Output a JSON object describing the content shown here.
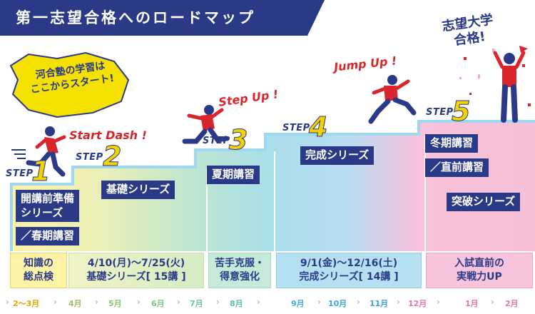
{
  "banner": {
    "title": "第一志望合格へのロードマップ"
  },
  "badge": {
    "line1": "河合塾の学習は",
    "line2": "ここからスタート!"
  },
  "goal": {
    "line1": "志望大学",
    "line2": "合格!"
  },
  "steps": [
    {
      "label": "STEP",
      "number": "1",
      "slogan": "Start Dash !",
      "courses": [
        "開講前準備\nシリーズ",
        "／春期講習"
      ]
    },
    {
      "label": "STEP",
      "number": "2",
      "courses": [
        "基礎シリーズ"
      ]
    },
    {
      "label": "STEP",
      "number": "3",
      "slogan": "Step Up !",
      "courses": [
        "夏期講習"
      ]
    },
    {
      "label": "STEP",
      "number": "4",
      "slogan": "Jump Up !",
      "courses": [
        "完成シリーズ"
      ]
    },
    {
      "label": "STEP",
      "number": "5",
      "courses": [
        "冬期講習",
        "／直前講習",
        "突破シリーズ"
      ]
    }
  ],
  "info_boxes": [
    {
      "line1": "知識の",
      "line2": "総点検"
    },
    {
      "line1": "4/10(月)～7/25(火)",
      "line2": "基礎シリーズ[ 15講 ]"
    },
    {
      "line1": "苦手克服・",
      "line2": "得意強化"
    },
    {
      "line1": "9/1(金)～12/16(土)",
      "line2": "完成シリーズ[ 14講 ]"
    },
    {
      "line1": "入試直前の",
      "line2": "実戦力UP"
    }
  ],
  "months": [
    "2～3月",
    "4月",
    "5月",
    "6月",
    "7月",
    "8月",
    "9月",
    "10月",
    "11月",
    "12月",
    "1月",
    "2月"
  ],
  "colors": {
    "navy": "#2b3a86",
    "red": "#d9262c",
    "yellow": "#f2d200"
  }
}
